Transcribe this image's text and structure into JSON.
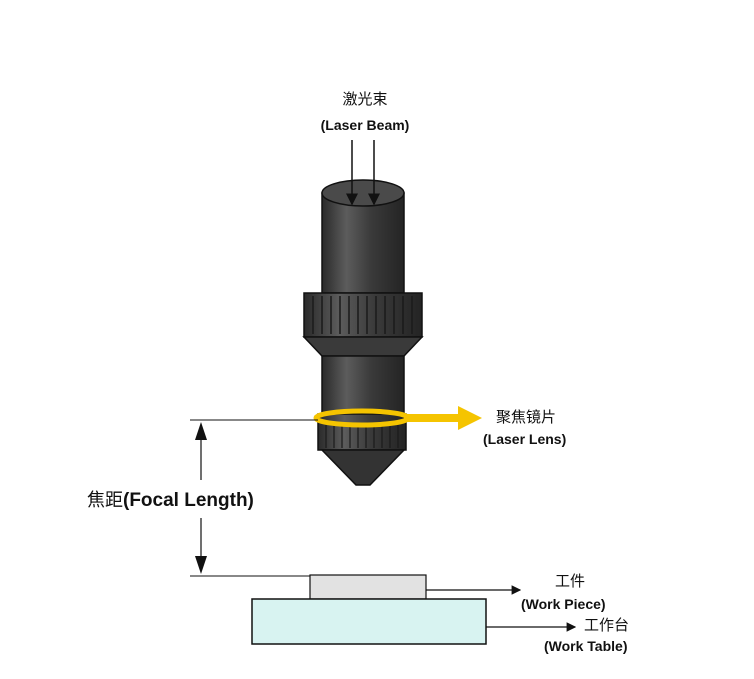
{
  "labels": {
    "laser_beam_cn": "激光束",
    "laser_beam_en": "(Laser Beam)",
    "laser_lens_cn": "聚焦镜片",
    "laser_lens_en": "(Laser Lens)",
    "focal_length_cn": "焦距",
    "focal_length_en": "(Focal Length)",
    "work_piece_cn": "工件",
    "work_piece_en": "(Work Piece)",
    "work_table_cn": "工作台",
    "work_table_en": "(Work Table)"
  },
  "colors": {
    "nozzle_body": "#3a3a3a",
    "nozzle_highlight": "#6a6a6a",
    "lens_ring": "#f5c400",
    "lens_arrow": "#f5c400",
    "work_piece": "#e2e2e2",
    "work_table": "#d8f3f1",
    "outline": "#111111"
  }
}
